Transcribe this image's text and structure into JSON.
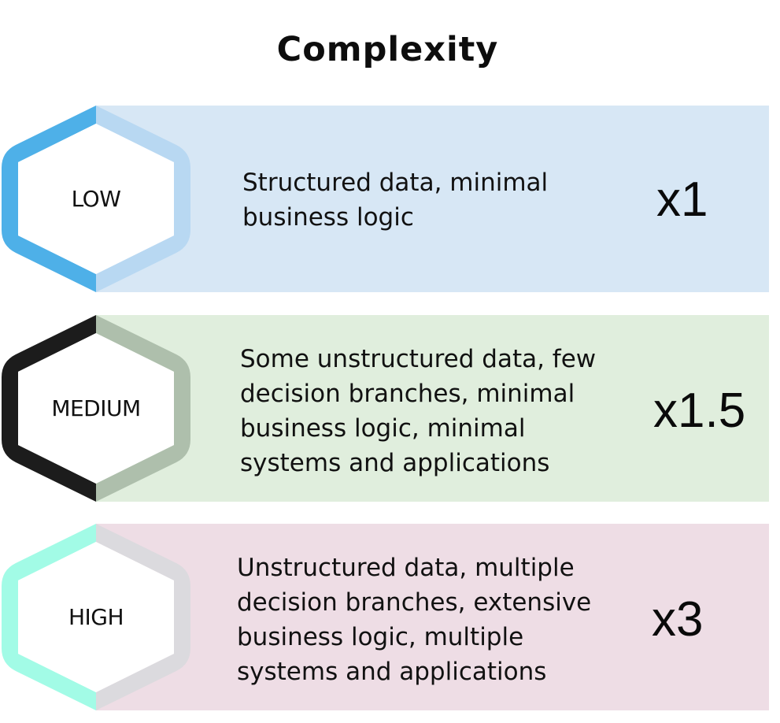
{
  "title": "Complexity",
  "levels": [
    {
      "label": "LOW",
      "description": "Structured data, minimal\nbusiness logic",
      "multiplier": "x1",
      "colors": {
        "background": "#d7e7f5",
        "hex_left": "#4eb0e8",
        "hex_right": "#b8d8f2"
      }
    },
    {
      "label": "MEDIUM",
      "description": "Some unstructured data, few\ndecision branches, minimal\nbusiness logic, minimal\nsystems and applications",
      "multiplier": "x1.5",
      "colors": {
        "background": "#e0eedd",
        "hex_left": "#1c1c1c",
        "hex_right": "#aebfac"
      }
    },
    {
      "label": "HIGH",
      "description": "Unstructured data, multiple\ndecision branches, extensive\nbusiness logic, multiple\nsystems and applications",
      "multiplier": "x3",
      "colors": {
        "background": "#eedde5",
        "hex_left": "#a2fbe6",
        "hex_right": "#dbdade"
      }
    }
  ]
}
